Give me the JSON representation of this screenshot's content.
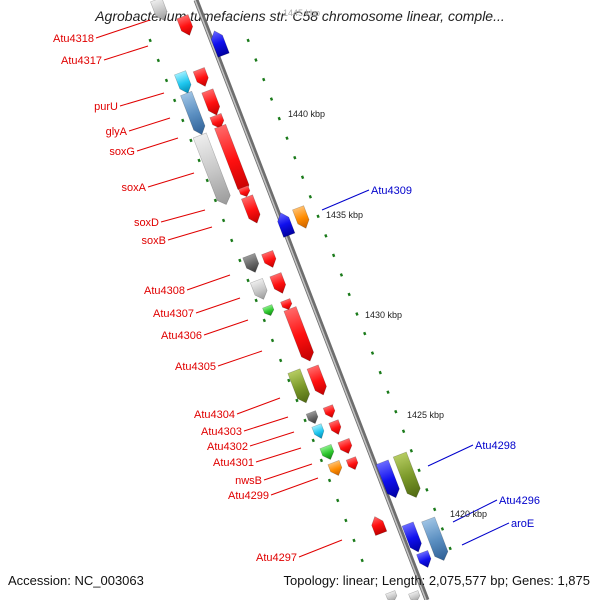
{
  "title": "Agrobacterium tumefaciens str. C58 chromosome linear, comple...",
  "footer": {
    "accession": "Accession: NC_003063",
    "summary": "Topology: linear; Length: 2,075,577 bp; Genes: 1,875"
  },
  "ticks": [
    {
      "label": "1445 kbp",
      "faint": true
    },
    {
      "label": "1440 kbp"
    },
    {
      "label": "1435 kbp"
    },
    {
      "label": "1430 kbp"
    },
    {
      "label": "1425 kbp"
    },
    {
      "label": "1420 kbp"
    }
  ],
  "labels_left": [
    "Atu4318",
    "Atu4317",
    "purU",
    "glyA",
    "soxG",
    "soxA",
    "soxD",
    "soxB",
    "Atu4308",
    "Atu4307",
    "Atu4306",
    "Atu4305",
    "Atu4304",
    "Atu4303",
    "Atu4302",
    "Atu4301",
    "nwsB",
    "Atu4299",
    "Atu4297"
  ],
  "labels_right": [
    "Atu4309",
    "Atu4298",
    "Atu4296",
    "aroE"
  ],
  "colors": {
    "gene_red": "#ff1a1a",
    "gene_blue": "#1010ee",
    "gene_orange": "#ff8c00",
    "label_red": "#e00000",
    "label_blue": "#0000cc",
    "backbone": "#808080",
    "tick_green": "#1a7a1a"
  }
}
